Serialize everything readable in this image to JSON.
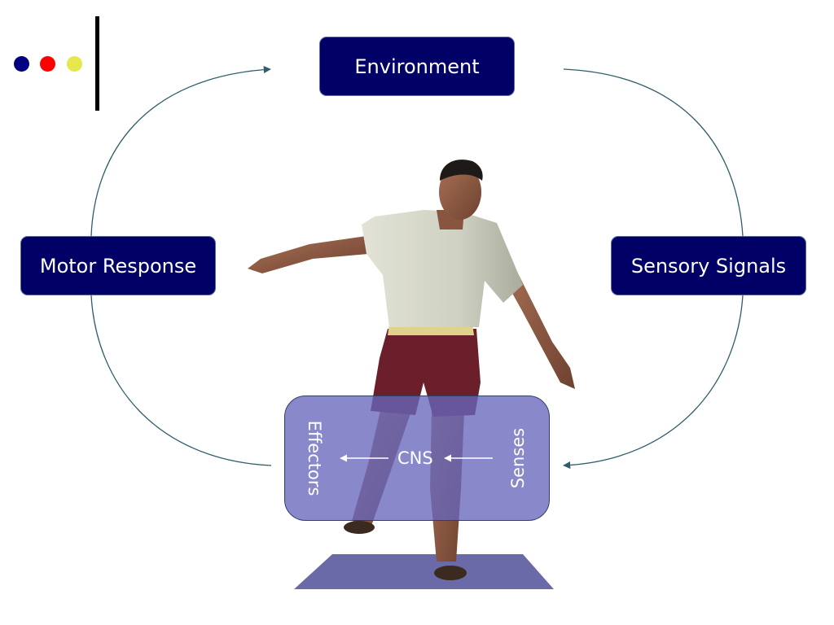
{
  "logo_dots": [
    "#000080",
    "#ff0000",
    "#e6e64d"
  ],
  "cycle": {
    "top": "Environment",
    "right": "Sensory Signals",
    "left": "Motor Response"
  },
  "cns_panel": {
    "center": "CNS",
    "left": "Effectors",
    "right": "Senses"
  },
  "colors": {
    "box_fill": "#000066",
    "arc": "#2f5d6a",
    "cns_fill": "#6666bb",
    "floor": "#6a6aa8"
  }
}
